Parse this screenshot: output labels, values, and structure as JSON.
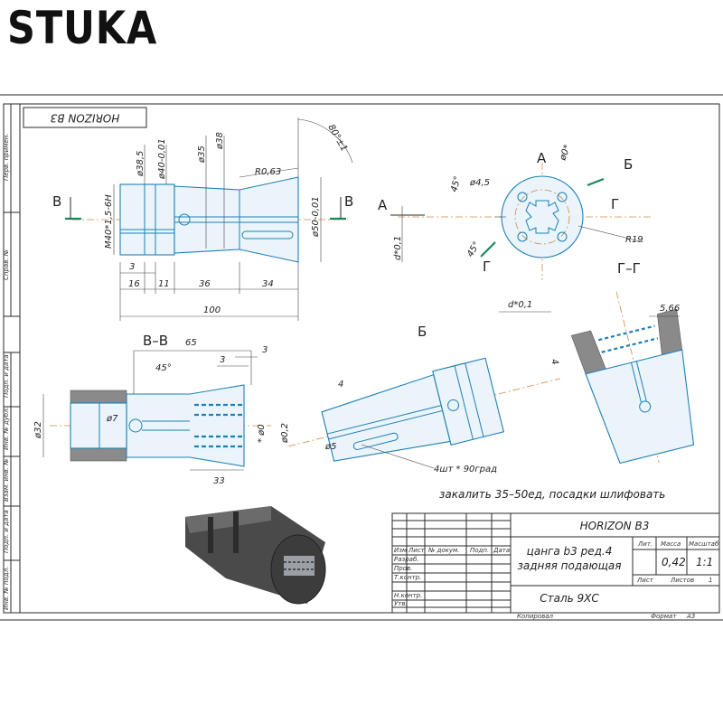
{
  "brand": "STUKA",
  "stamp_label": "HORIZON B3",
  "margin_labels": [
    "Перв. примен.",
    "Справ. №",
    "Подп. и дата",
    "Инв. № дубл.",
    "Взам. инв. №",
    "Подп. и дата",
    "Инв. № подл."
  ],
  "views": {
    "section_vv": "В–В",
    "view_a": "А",
    "view_b": "Б",
    "section_gg": "Г–Г",
    "marker_v": "В",
    "marker_a": "А",
    "marker_b": "Б",
    "marker_g": "Г"
  },
  "dims": {
    "d385": "ø38,5",
    "d40": "ø40-0,01",
    "d35": "ø35",
    "d38": "ø38",
    "angle80": "80°±1",
    "r063": "R0,63",
    "thread": "M40*1,5-6H",
    "d50": "ø50-0,01",
    "l3": "3",
    "l16": "16",
    "l11": "11",
    "l36": "36",
    "l34": "34",
    "l100": "100",
    "d45": "ø4,5",
    "deg45a": "45°",
    "deg45b": "45°",
    "d0": "ø0*",
    "r19": "R19",
    "d01a": "d*0,1",
    "d01b": "d*0,1",
    "l65": "65",
    "l3b": "3",
    "l3c": "3",
    "deg45c": "45°",
    "d32": "ø32",
    "d7": "ø7",
    "d0b": "* ø0",
    "d02": "ø0,2",
    "l33": "33",
    "l4": "4",
    "l4b": "4",
    "d5": "ø5",
    "slots": "4шт * 90град",
    "l566": "5,66"
  },
  "note": "закалить 35–50ед, посадки шлифовать",
  "title_block": {
    "model": "HORIZON B3",
    "name_line1": "цанга b3 ред.4",
    "name_line2": "задняя подающая",
    "material": "Сталь 9ХС",
    "col_lit": "Лит.",
    "col_mass": "Масса",
    "col_scale": "Масштаб",
    "mass": "0,42",
    "scale": "1:1",
    "sheet": "Лист",
    "sheets": "Листов",
    "sheets_val": "1",
    "hdr_izm": "Изм",
    "hdr_list": "Лист",
    "hdr_doc": "№ докум.",
    "hdr_podp": "Подп.",
    "hdr_data": "Дата",
    "row_razrab": "Разраб.",
    "row_prov": "Пров.",
    "row_tkontr": "Т.контр.",
    "row_nkontr": "Н.контр.",
    "row_utv": "Утв.",
    "copied": "Копировал",
    "format": "Формат",
    "format_val": "А3"
  }
}
